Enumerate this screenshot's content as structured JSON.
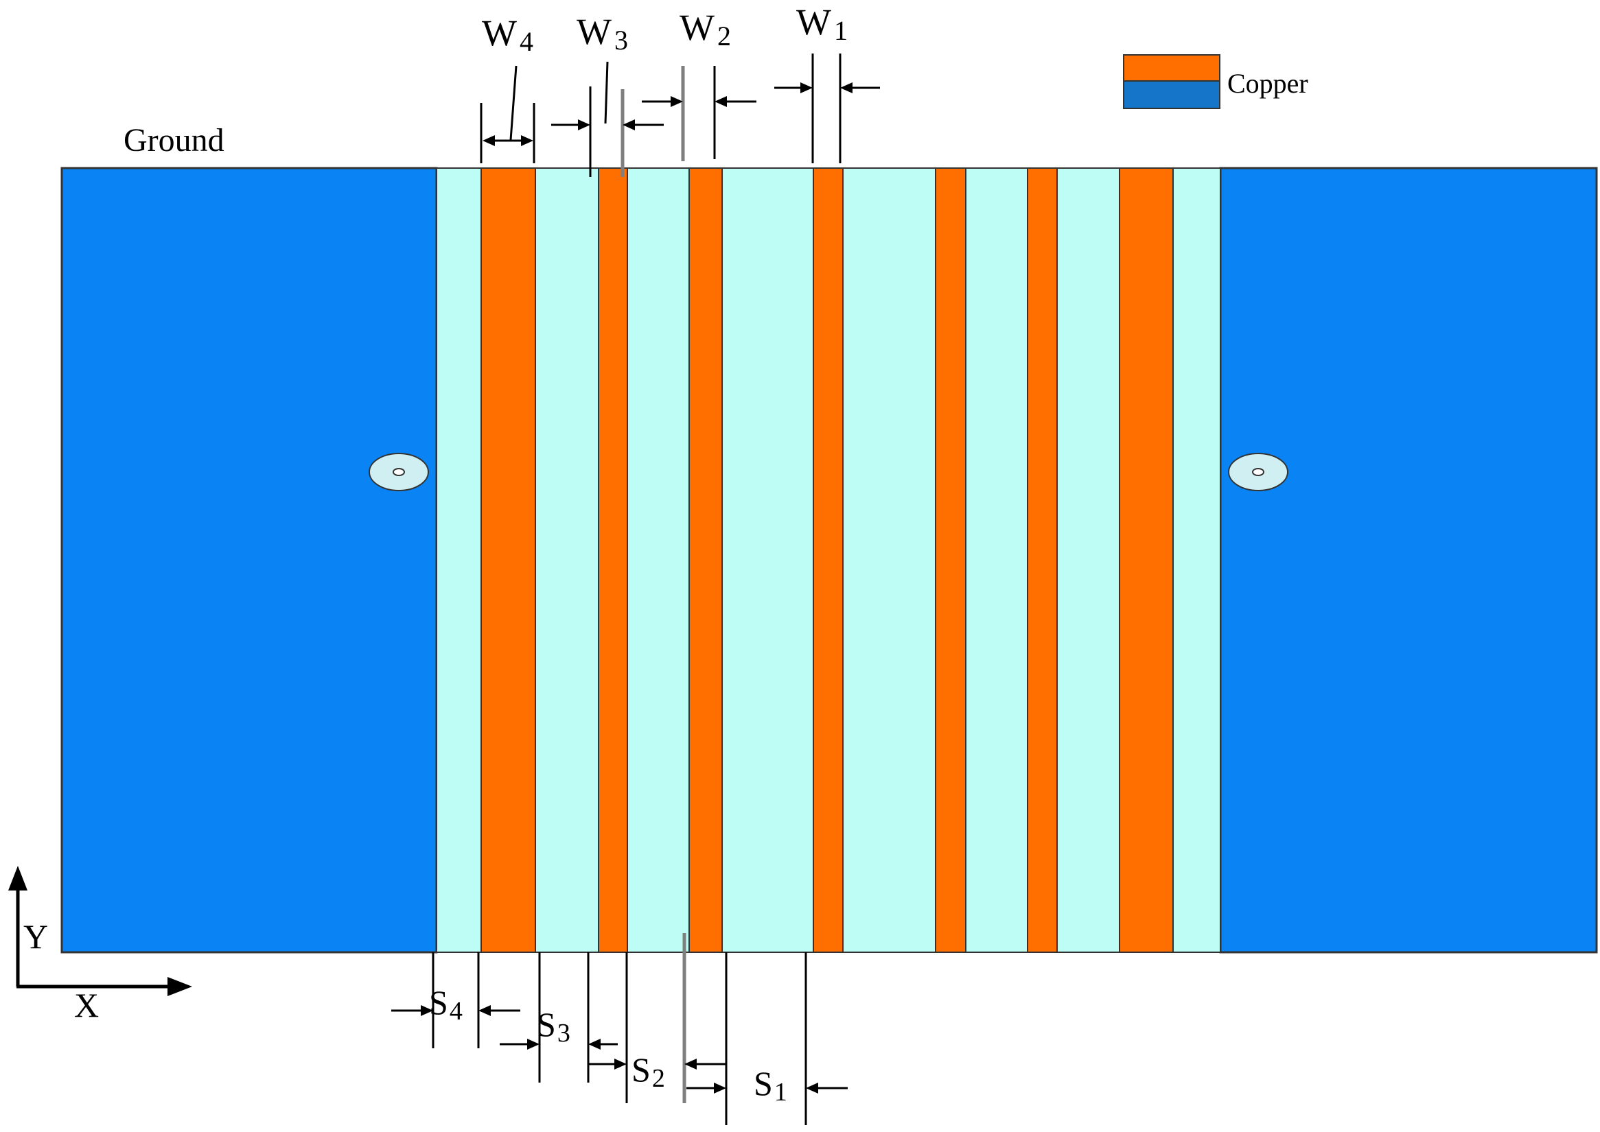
{
  "labels": {
    "ground": "Ground",
    "legend": "Copper",
    "x_axis": "X",
    "y_axis": "Y"
  },
  "widths": [
    {
      "letter": "W",
      "sub": "1"
    },
    {
      "letter": "W",
      "sub": "2"
    },
    {
      "letter": "W",
      "sub": "3"
    },
    {
      "letter": "W",
      "sub": "4"
    }
  ],
  "spacings": [
    {
      "letter": "S",
      "sub": "1"
    },
    {
      "letter": "S",
      "sub": "2"
    },
    {
      "letter": "S",
      "sub": "3"
    },
    {
      "letter": "S",
      "sub": "4"
    }
  ],
  "colors": {
    "ground": "#0a84f5",
    "copper": "#ff6f00",
    "gap": "#bdfdf6",
    "legend_bottom": "#1575c9",
    "outline": "#333333",
    "via": "#cfeff3"
  }
}
